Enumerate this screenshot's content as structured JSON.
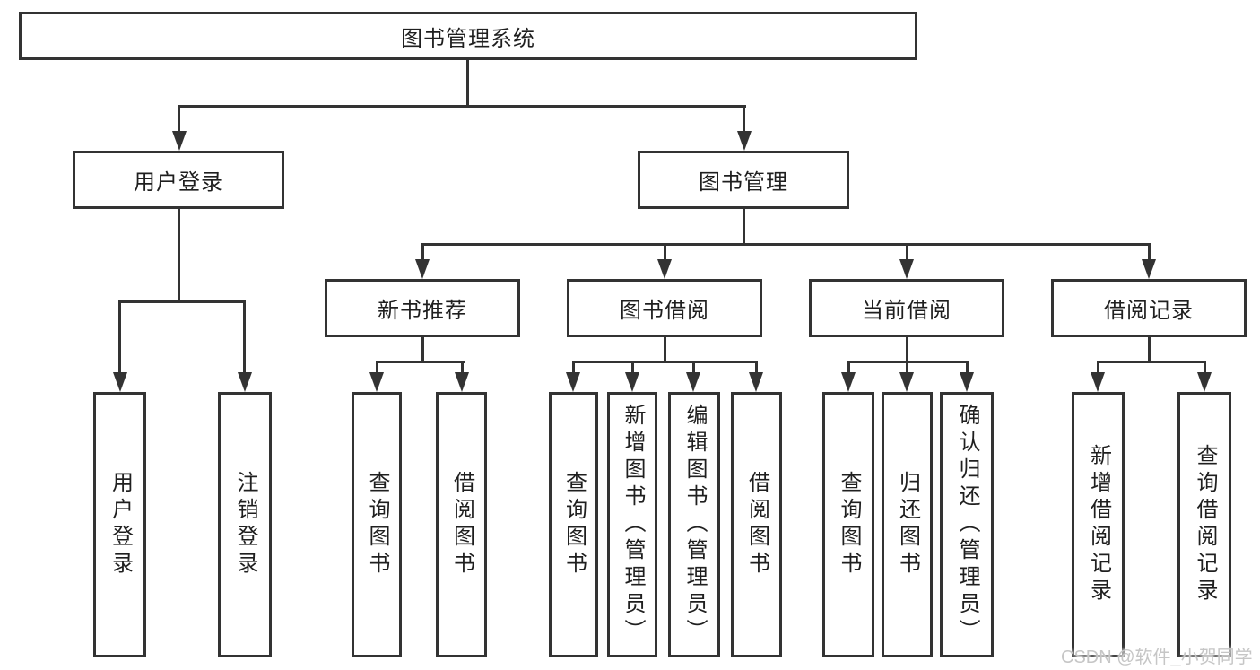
{
  "diagram": {
    "nodes": {
      "root": "图书管理系统",
      "user_login": "用户登录",
      "book_management": "图书管理",
      "new_book_recommend": "新书推荐",
      "book_borrow": "图书借阅",
      "current_borrow": "当前借阅",
      "borrow_record": "借阅记录"
    },
    "leaves": [
      {
        "label": "用户登录"
      },
      {
        "label": "注销登录"
      },
      {
        "label": "查询图书"
      },
      {
        "label": "借阅图书"
      },
      {
        "label": "查询图书"
      },
      {
        "label": "新增图书（管理员）"
      },
      {
        "label": "编辑图书（管理员）"
      },
      {
        "label": "借阅图书"
      },
      {
        "label": "查询图书"
      },
      {
        "label": "归还图书"
      },
      {
        "label": "确认归还（管理员）"
      },
      {
        "label": "新增借阅记录"
      },
      {
        "label": "查询借阅记录"
      }
    ]
  },
  "watermark": {
    "text": "CSDN @软件_小贺同学"
  },
  "colors": {
    "line": "#333333",
    "text": "#1f1f1f",
    "watermark": "#c6c6c6",
    "background": "#ffffff"
  }
}
